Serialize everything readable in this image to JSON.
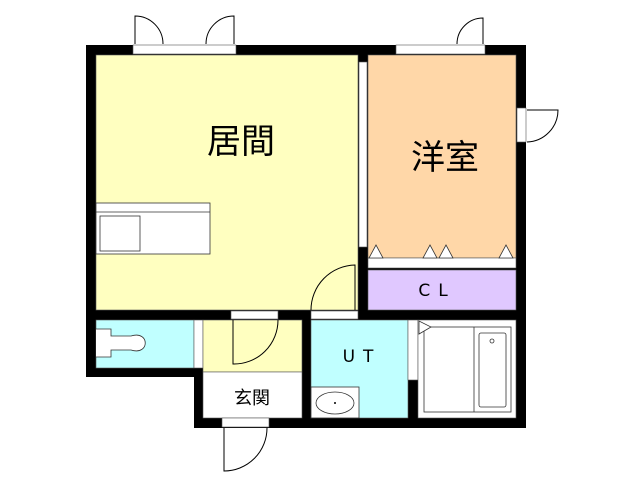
{
  "rooms": {
    "living": {
      "label": "居間",
      "color": "#FFFFC0"
    },
    "western": {
      "label": "洋室",
      "color": "#FFD7A8"
    },
    "closet": {
      "label": "CL",
      "color": "#E0C8FF"
    },
    "utility": {
      "label": "UT",
      "color": "#C0FFFF"
    },
    "entrance": {
      "label": "玄関",
      "color": "#FFFFFF"
    },
    "hall": {
      "color": "#FFFFC0"
    },
    "toilet": {
      "color": "#C0FFFF"
    },
    "bath": {
      "color": "#FFFFFF"
    }
  },
  "wall_color": "#000000"
}
